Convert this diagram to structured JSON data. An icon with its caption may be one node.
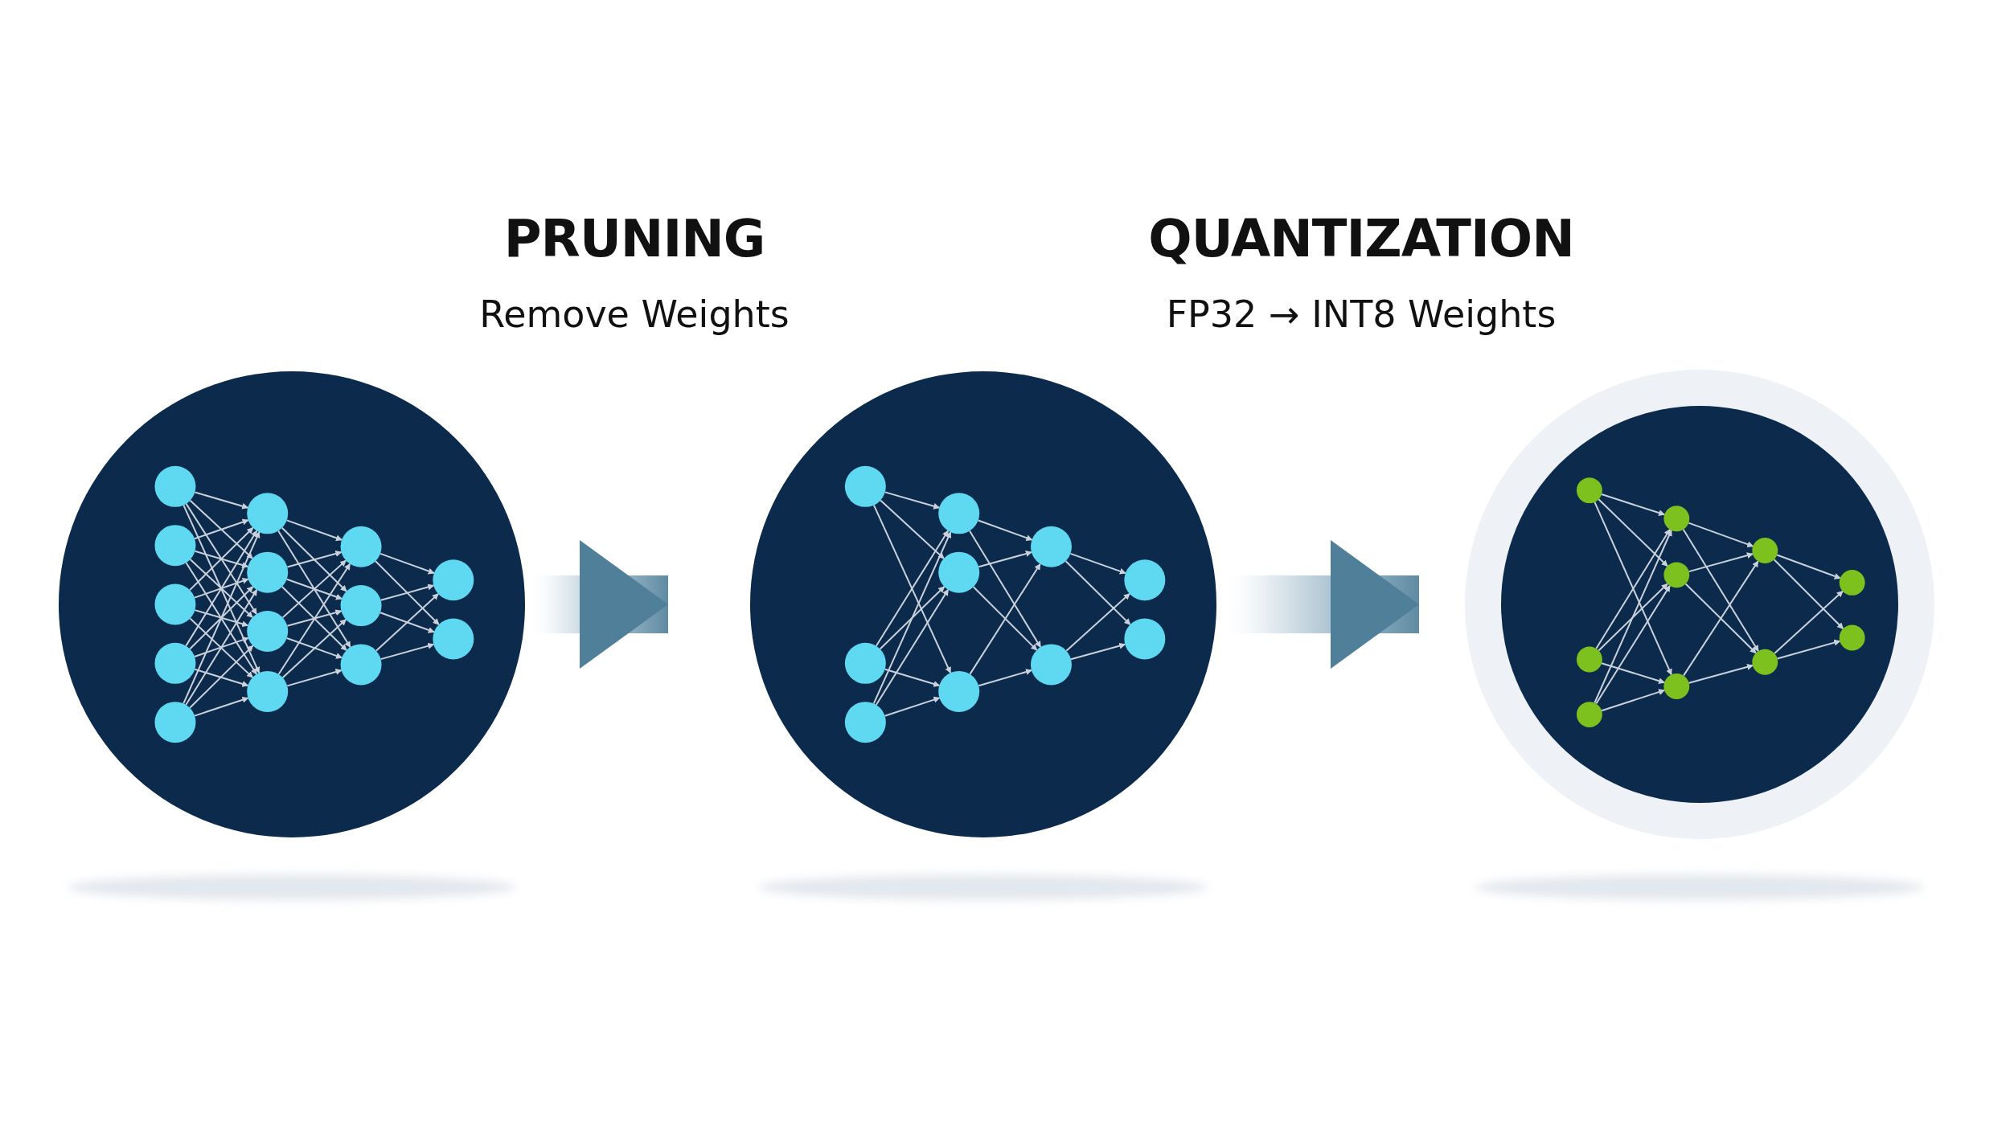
{
  "diagram": {
    "nodes": [
      {
        "text": [],
        "shape": "picture"
      },
      {
        "text": [],
        "shape": "picture"
      },
      {
        "text": [],
        "shape": "picture"
      }
    ],
    "edges": [
      {
        "from": 0,
        "to": 1,
        "arrow": "to"
      },
      {
        "from": 1,
        "to": 2,
        "arrow": "to"
      }
    ],
    "labels": [
      "PRUNING",
      "Remove Weights",
      "QUANTIZATION",
      "FP32 → INT8 Weights"
    ]
  }
}
